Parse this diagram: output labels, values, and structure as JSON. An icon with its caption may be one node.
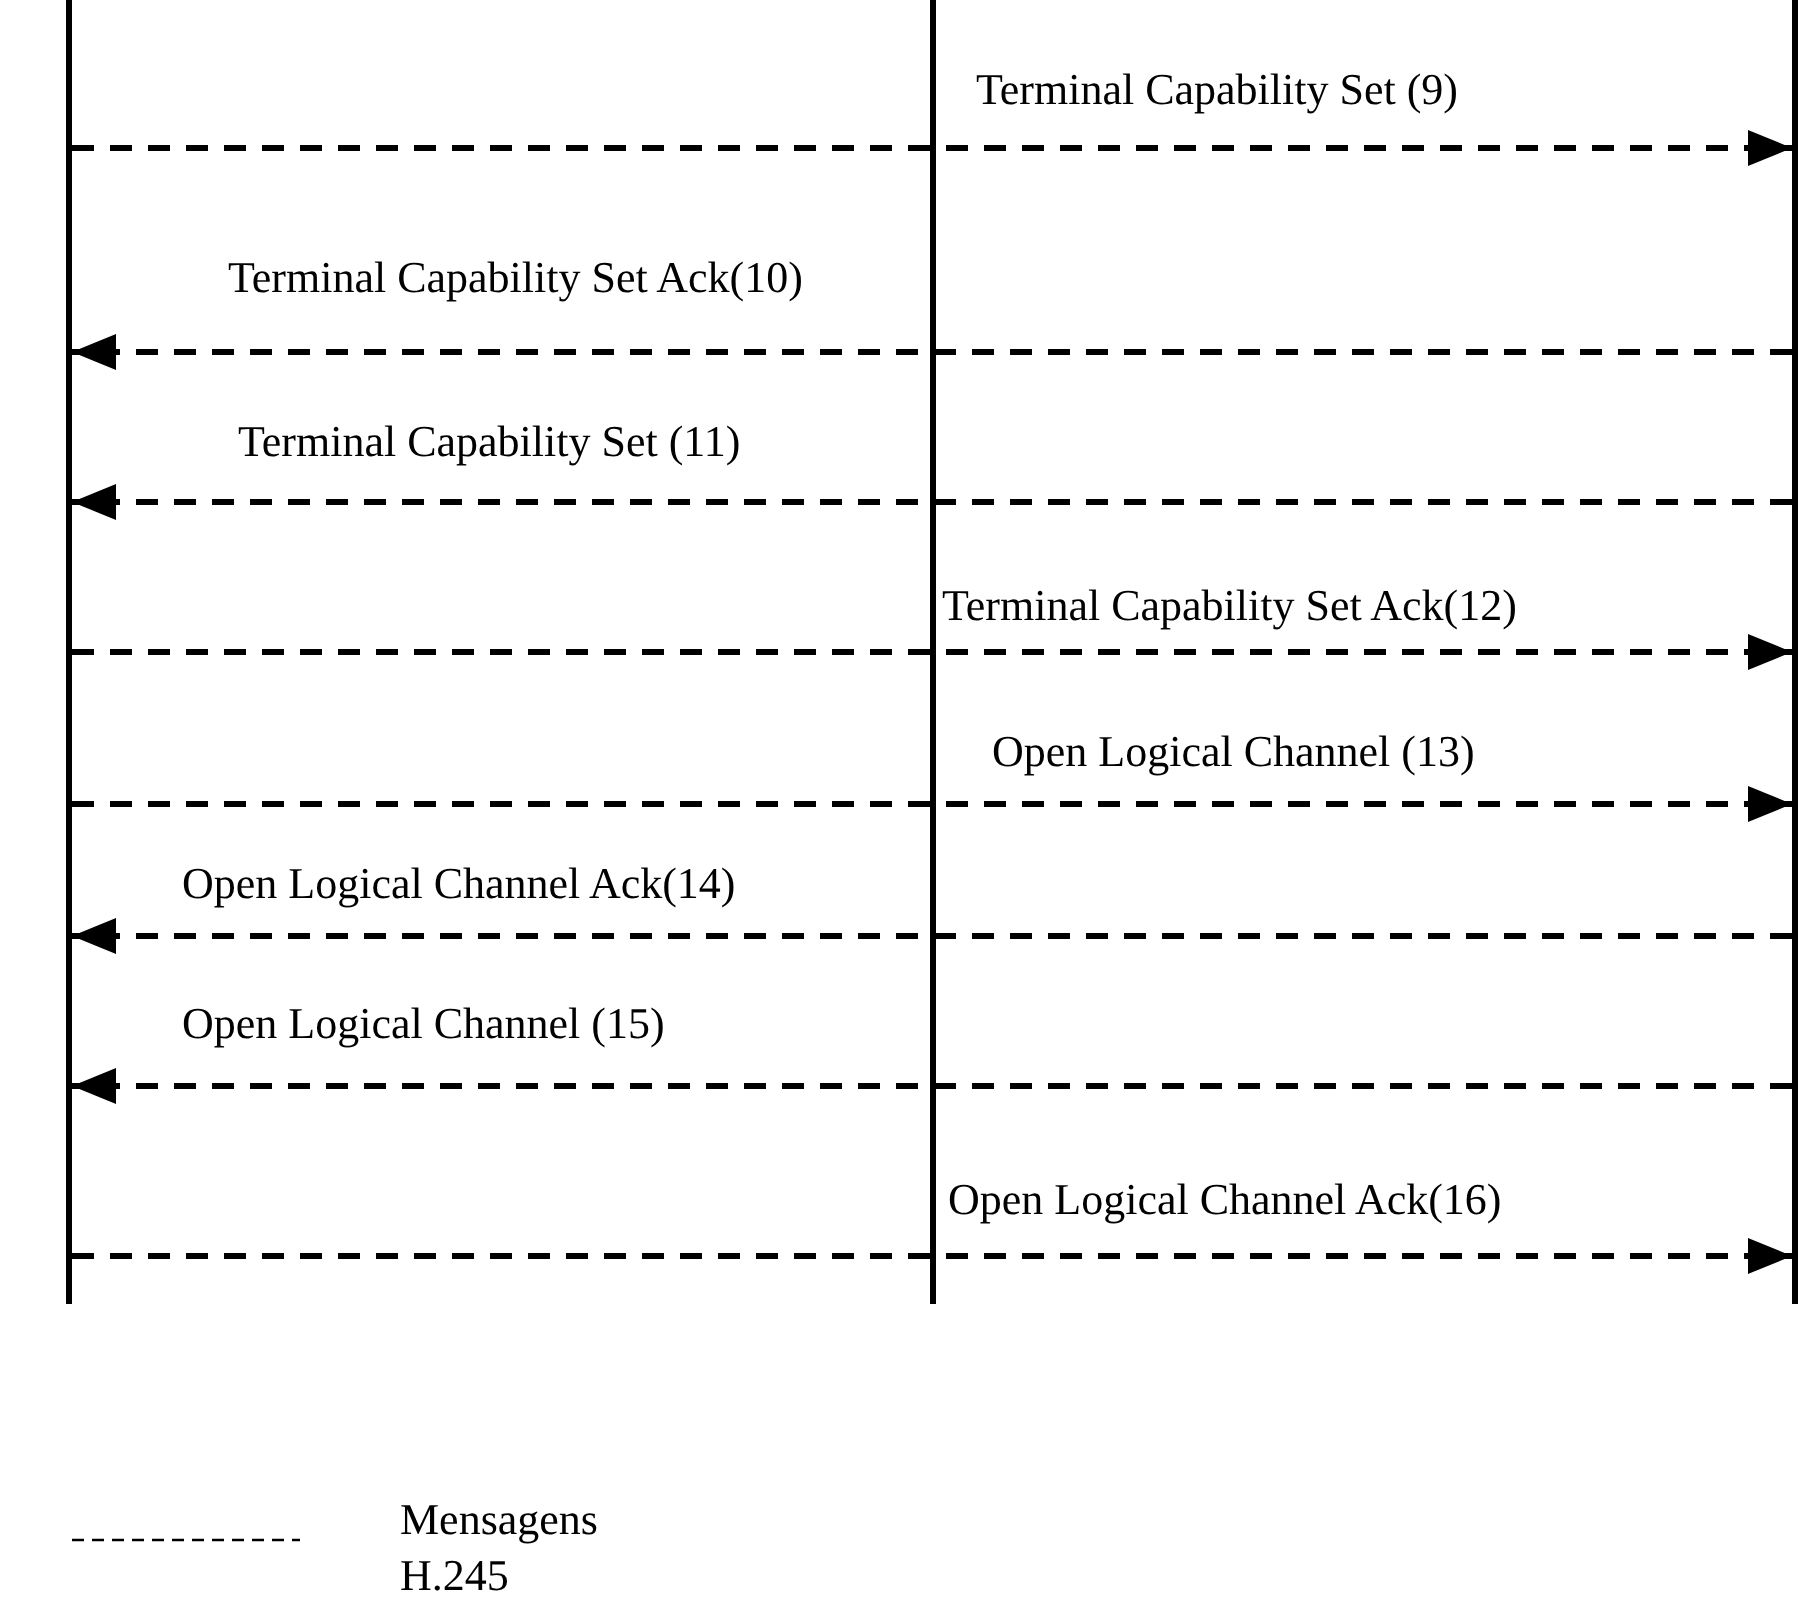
{
  "diagram": {
    "nodes": [
      {
        "text": [],
        "shape": "bar"
      },
      {
        "text": [],
        "shape": "bar"
      },
      {
        "text": [],
        "shape": "bar"
      }
    ],
    "edges": [
      {
        "from": 0,
        "to": 2,
        "arrow": "to",
        "style": "dashed",
        "label": "Terminal Capability Set (9)"
      },
      {
        "from": 2,
        "to": 0,
        "arrow": "to",
        "style": "dashed",
        "label": "Terminal Capability Set Ack(10)"
      },
      {
        "from": 2,
        "to": 0,
        "arrow": "to",
        "style": "dashed",
        "label": "Terminal Capability Set (11)"
      },
      {
        "from": 0,
        "to": 2,
        "arrow": "to",
        "style": "dashed",
        "label": "Terminal Capability Set Ack(12)"
      },
      {
        "from": 0,
        "to": 2,
        "arrow": "to",
        "style": "dashed",
        "label": "Open Logical Channel (13)"
      },
      {
        "from": 2,
        "to": 0,
        "arrow": "to",
        "style": "dashed",
        "label": "Open Logical Channel Ack(14)"
      },
      {
        "from": 2,
        "to": 0,
        "arrow": "to",
        "style": "dashed",
        "label": "Open Logical Channel (15)"
      },
      {
        "from": 0,
        "to": 2,
        "arrow": "to",
        "style": "dashed",
        "label": "Open Logical Channel Ack(16)"
      }
    ],
    "legend": [
      {
        "text": "Mensagens H.245"
      }
    ]
  }
}
